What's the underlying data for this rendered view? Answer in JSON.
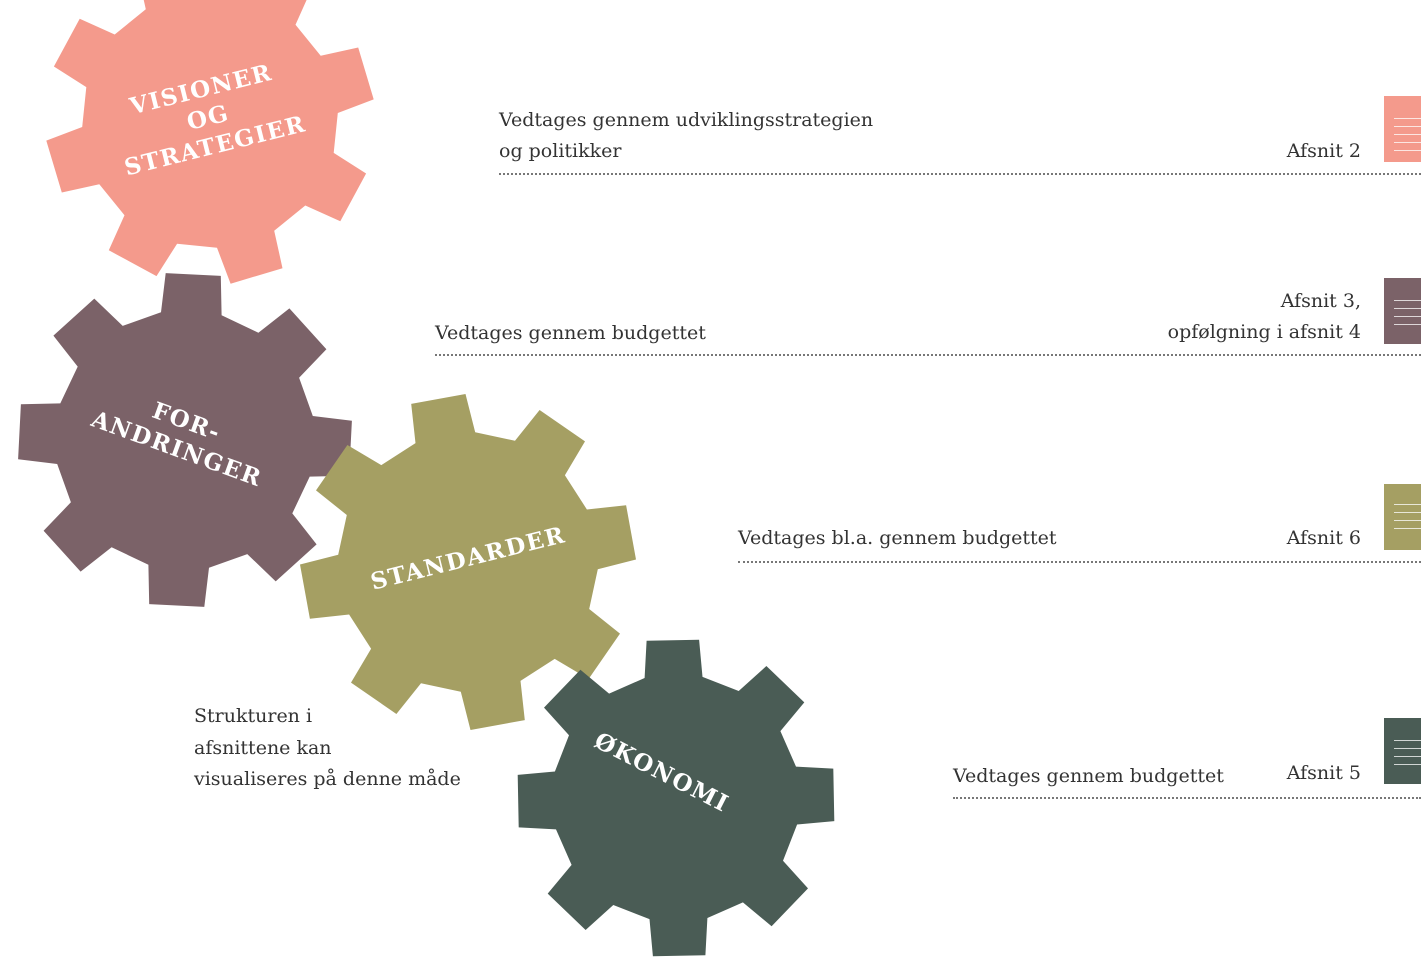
{
  "colors": {
    "visioner": "#f49a8c",
    "forandringer": "#7b6268",
    "standarder": "#a59f63",
    "okonomi": "#4a5c55",
    "text": "#333333",
    "gear_text": "#ffffff"
  },
  "gears": {
    "visioner": {
      "lines": [
        "VISIONER",
        "OG",
        "STRATEGIER"
      ]
    },
    "forandringer": {
      "lines": [
        "FOR-",
        "ANDRINGER"
      ]
    },
    "standarder": {
      "lines": [
        "STANDARDER"
      ]
    },
    "okonomi": {
      "lines": [
        "ØKONOMI"
      ]
    }
  },
  "rows": {
    "visioner": {
      "desc": [
        "Vedtages gennem udviklingsstrategien",
        "og politikker"
      ],
      "section": [
        "Afsnit 2"
      ]
    },
    "forandringer": {
      "desc": [
        "Vedtages gennem budgettet"
      ],
      "section": [
        "Afsnit 3,",
        "opfølgning i afsnit 4"
      ]
    },
    "standarder": {
      "desc": [
        "Vedtages bl.a. gennem budgettet"
      ],
      "section": [
        "Afsnit 6"
      ]
    },
    "okonomi": {
      "desc": [
        "Vedtages gennem budgettet"
      ],
      "section": [
        "Afsnit 5"
      ]
    }
  },
  "note": {
    "lines": [
      "Strukturen i",
      "afsnittene kan",
      "visualiseres på denne måde"
    ]
  }
}
